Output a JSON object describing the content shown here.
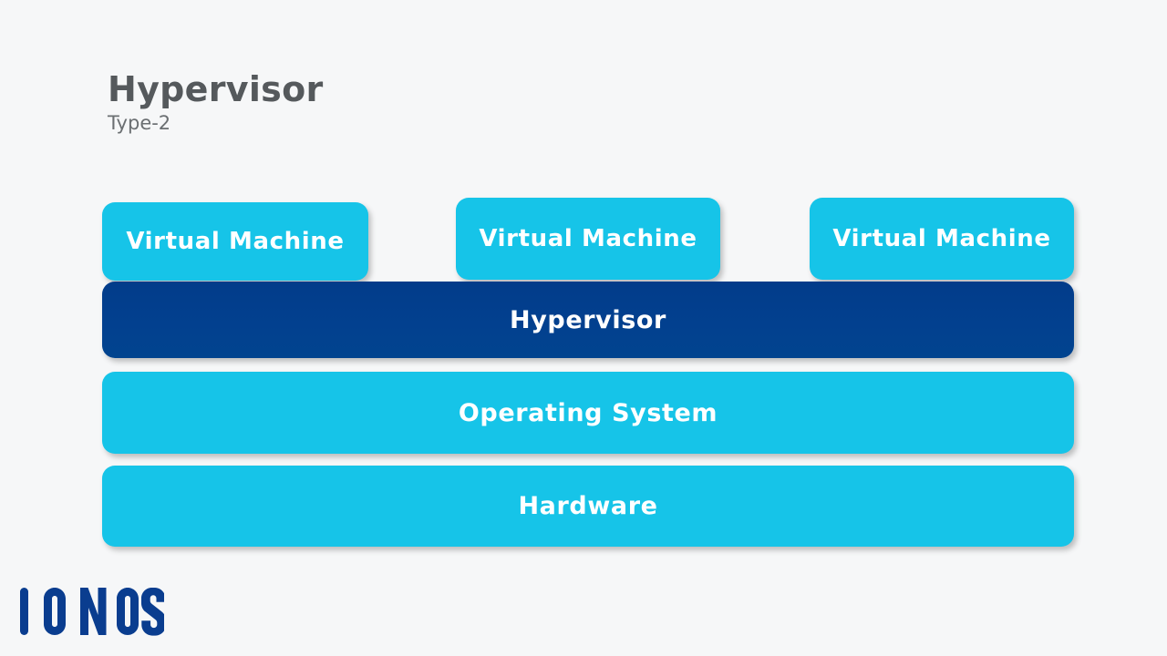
{
  "slide": {
    "background_color": "#f6f7f8",
    "title": "Hypervisor",
    "subtitle": "Type-2"
  },
  "colors": {
    "cyan": "#16c4e8",
    "navy": "#023c8a",
    "logo_blue": "#0a3d8f",
    "title_gray": "#55595c",
    "subtitle_gray": "#6b6f72",
    "label_white": "#ffffff"
  },
  "diagram": {
    "type": "layered-stack",
    "vm_row": [
      {
        "label": "Virtual Machine",
        "color": "#16c4e8"
      },
      {
        "label": "Virtual Machine",
        "color": "#16c4e8"
      },
      {
        "label": "Virtual Machine",
        "color": "#16c4e8"
      }
    ],
    "layers": [
      {
        "label": "Hypervisor",
        "color": "#023c8a"
      },
      {
        "label": "Operating System",
        "color": "#16c4e8"
      },
      {
        "label": "Hardware",
        "color": "#16c4e8"
      }
    ]
  },
  "branding": {
    "logo_text": "IONOS"
  }
}
